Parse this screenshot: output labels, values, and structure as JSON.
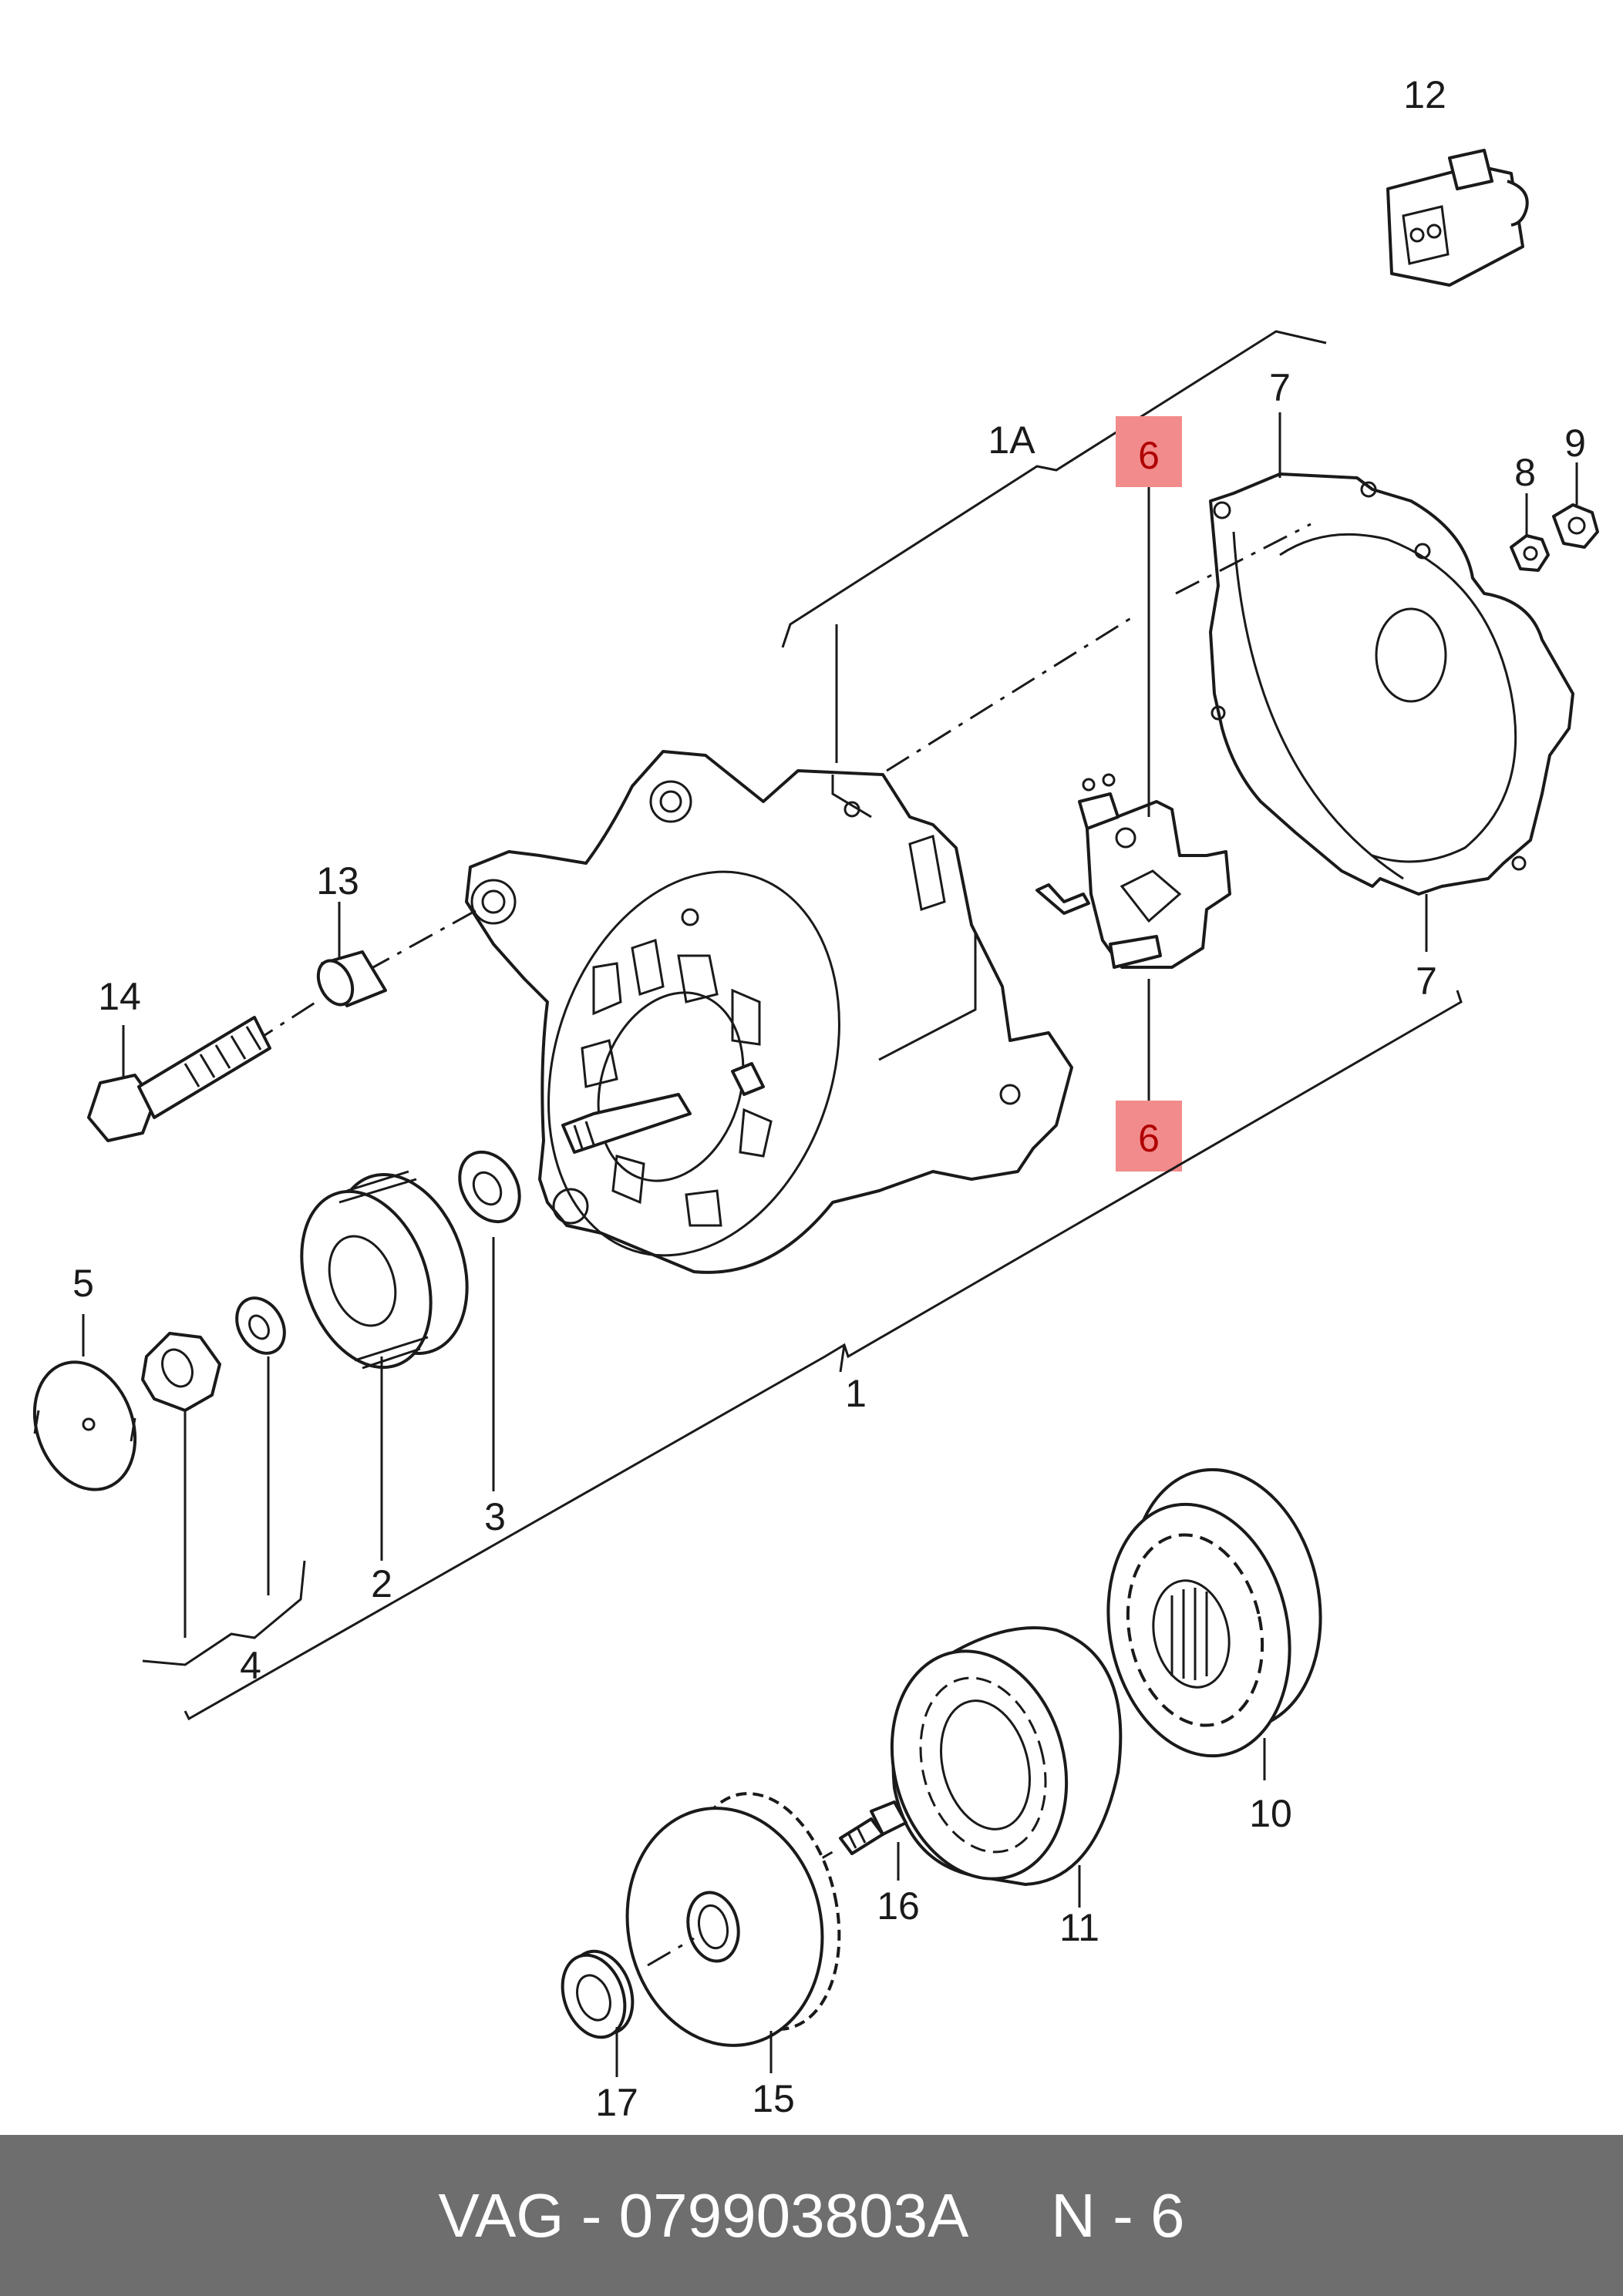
{
  "diagram": {
    "callouts": [
      {
        "id": "c1",
        "text": "1"
      },
      {
        "id": "c1a",
        "text": "1A"
      },
      {
        "id": "c2",
        "text": "2"
      },
      {
        "id": "c3",
        "text": "3"
      },
      {
        "id": "c4",
        "text": "4"
      },
      {
        "id": "c5",
        "text": "5"
      },
      {
        "id": "c6a",
        "text": "6"
      },
      {
        "id": "c6b",
        "text": "6"
      },
      {
        "id": "c7a",
        "text": "7"
      },
      {
        "id": "c7b",
        "text": "7"
      },
      {
        "id": "c8",
        "text": "8"
      },
      {
        "id": "c9",
        "text": "9"
      },
      {
        "id": "c10",
        "text": "10"
      },
      {
        "id": "c11",
        "text": "11"
      },
      {
        "id": "c12",
        "text": "12"
      },
      {
        "id": "c13",
        "text": "13"
      },
      {
        "id": "c14",
        "text": "14"
      },
      {
        "id": "c15",
        "text": "15"
      },
      {
        "id": "c16",
        "text": "16"
      },
      {
        "id": "c17",
        "text": "17"
      }
    ],
    "highlighted_part": "6",
    "highlight_color": "#f28b8b"
  },
  "footer": {
    "brand": "VAG",
    "part_number": "079903803A",
    "position": "N - 6",
    "text": "VAG - 079903803A     N - 6",
    "background": "#6e6e6e"
  }
}
